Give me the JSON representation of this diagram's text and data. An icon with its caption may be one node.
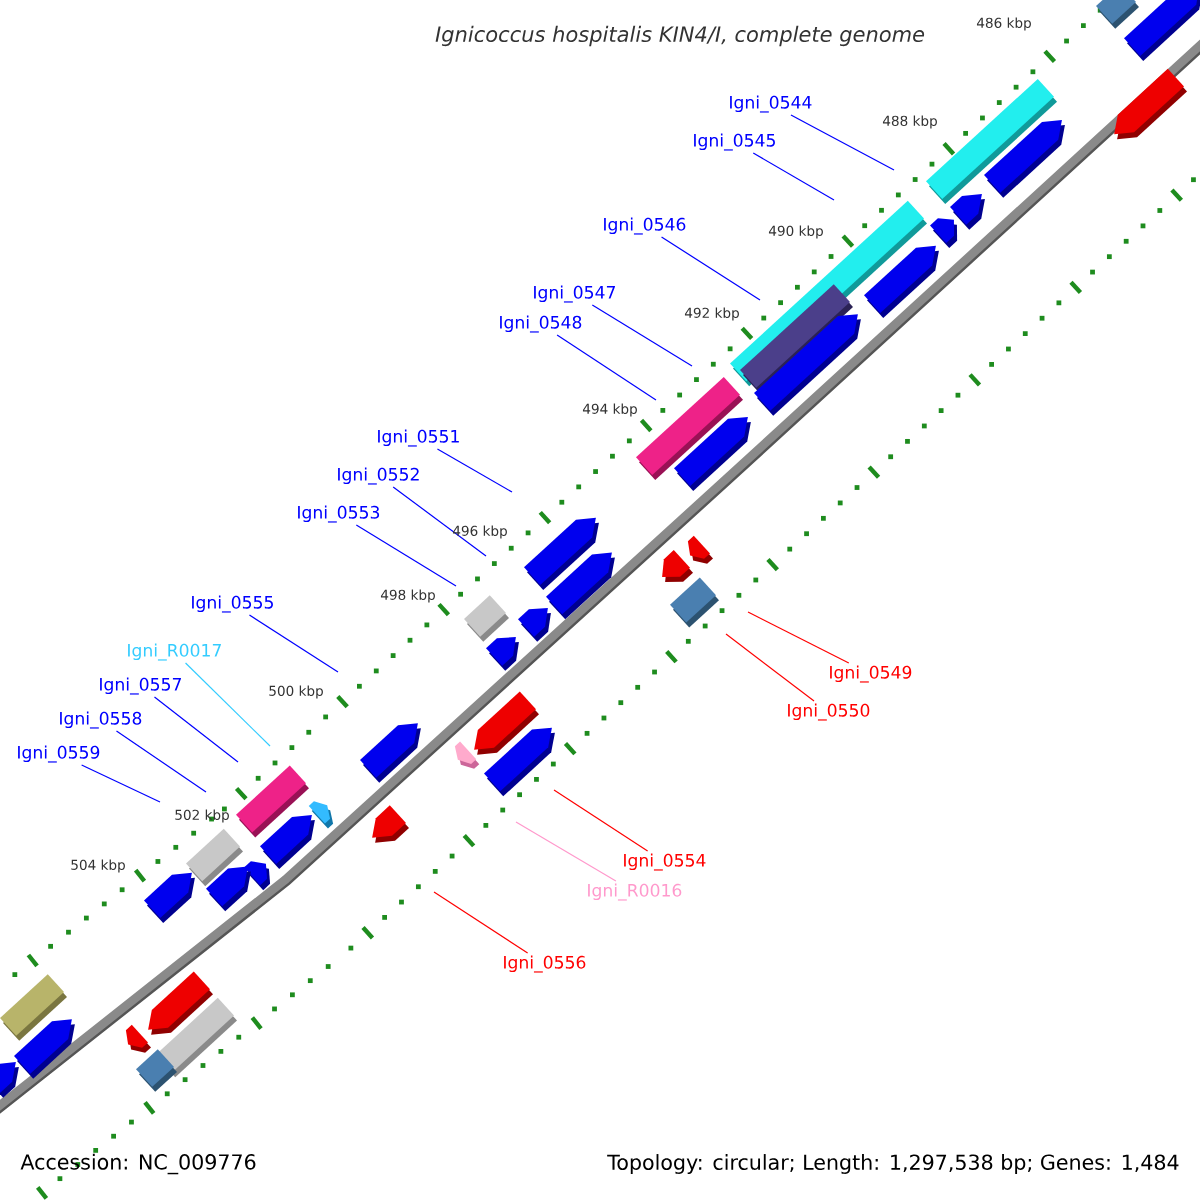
{
  "diagram": {
    "title": "Ignicoccus hospitalis KIN4/I, complete genome",
    "nodes": [
      {
        "text": [
          "Igni_0544"
        ]
      },
      {
        "text": [
          "Igni_0545"
        ]
      },
      {
        "text": [
          "Igni_0546"
        ]
      },
      {
        "text": [
          "Igni_0547"
        ]
      },
      {
        "text": [
          "Igni_0548"
        ]
      },
      {
        "text": [
          "Igni_0551"
        ]
      },
      {
        "text": [
          "Igni_0552"
        ]
      },
      {
        "text": [
          "Igni_0553"
        ]
      },
      {
        "text": [
          "Igni_0555"
        ]
      },
      {
        "text": [
          "Igni_R0017"
        ]
      },
      {
        "text": [
          "Igni_0549"
        ]
      },
      {
        "text": [
          "Igni_0557"
        ]
      },
      {
        "text": [
          "Igni_0550"
        ]
      },
      {
        "text": [
          "Igni_0558"
        ]
      },
      {
        "text": [
          "Igni_0559"
        ]
      },
      {
        "text": [
          "Igni_0554"
        ]
      },
      {
        "text": [
          "Igni_R0016"
        ]
      },
      {
        "text": [
          "Igni_0556"
        ]
      }
    ],
    "edges": [
      {
        "from": 0,
        "to": null,
        "arrow": "none"
      },
      {
        "from": 1,
        "to": null,
        "arrow": "none"
      },
      {
        "from": 2,
        "to": null,
        "arrow": "none"
      },
      {
        "from": 3,
        "to": null,
        "arrow": "none"
      },
      {
        "from": 4,
        "to": null,
        "arrow": "none"
      },
      {
        "from": 5,
        "to": null,
        "arrow": "none"
      },
      {
        "from": 6,
        "to": null,
        "arrow": "none"
      },
      {
        "from": 7,
        "to": null,
        "arrow": "none"
      },
      {
        "from": 8,
        "to": null,
        "arrow": "none"
      },
      {
        "from": 9,
        "to": null,
        "arrow": "none",
        "color": "#33ccff"
      },
      {
        "from": 10,
        "to": null,
        "arrow": "none",
        "color": "#ff0000"
      },
      {
        "from": 11,
        "to": null,
        "arrow": "none"
      },
      {
        "from": 12,
        "to": null,
        "arrow": "none",
        "color": "#ff0000"
      },
      {
        "from": 13,
        "to": null,
        "arrow": "none"
      },
      {
        "from": 14,
        "to": null,
        "arrow": "none"
      },
      {
        "from": 15,
        "to": null,
        "arrow": "none",
        "color": "#ff0000"
      },
      {
        "from": 16,
        "to": null,
        "arrow": "none",
        "color": "#ff99cc"
      },
      {
        "from": 17,
        "to": null,
        "arrow": "none",
        "color": "#ff0000"
      }
    ],
    "labels": [
      "486 kbp",
      "488 kbp",
      "490 kbp",
      "492 kbp",
      "494 kbp",
      "496 kbp",
      "498 kbp",
      "500 kbp",
      "502 kbp",
      "504 kbp",
      "Accession: NC_009776",
      "Topology: circular; Length: 1,297,538 bp; Genes: 1,484"
    ]
  }
}
